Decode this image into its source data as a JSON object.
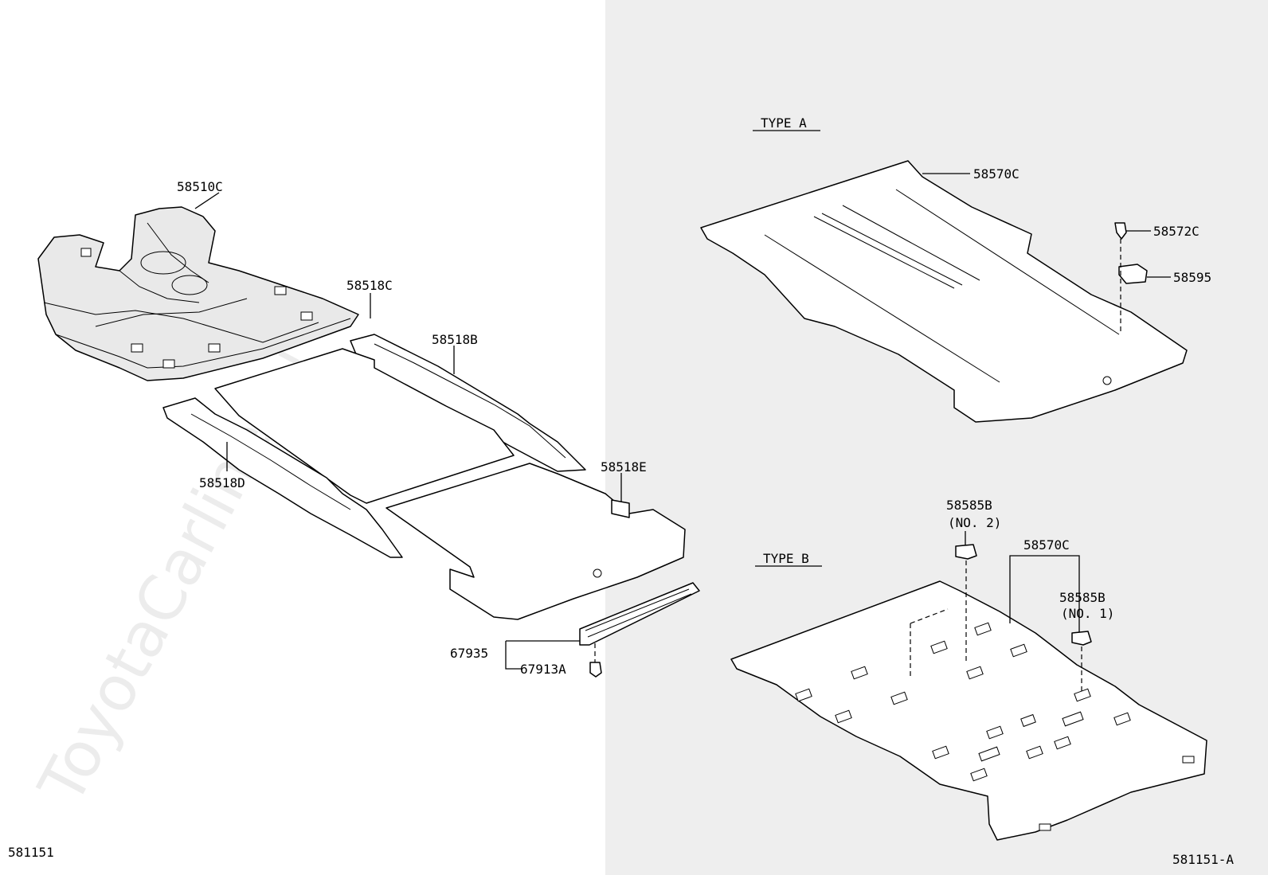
{
  "watermark": "ToyotaCarline.ru",
  "diagram_ids": {
    "left": "581151",
    "right": "581151-A"
  },
  "sections": {
    "type_a": "TYPE A",
    "type_b": "TYPE B"
  },
  "callouts": {
    "c58510C": "58510C",
    "c58518C": "58518C",
    "c58518B": "58518B",
    "c58518D": "58518D",
    "c58518E": "58518E",
    "c67935": "67935",
    "c67913A": "67913A",
    "c58570C_a": "58570C",
    "c58572C": "58572C",
    "c58595": "58595",
    "c58585B_top": "58585B",
    "no2": "(NO. 2)",
    "c58570C_b": "58570C",
    "c58585B_right": "58585B",
    "no1": "(NO. 1)"
  },
  "colors": {
    "right_panel_bg": "#eeeeee",
    "line": "#000000",
    "part_fill": "#ffffff"
  }
}
